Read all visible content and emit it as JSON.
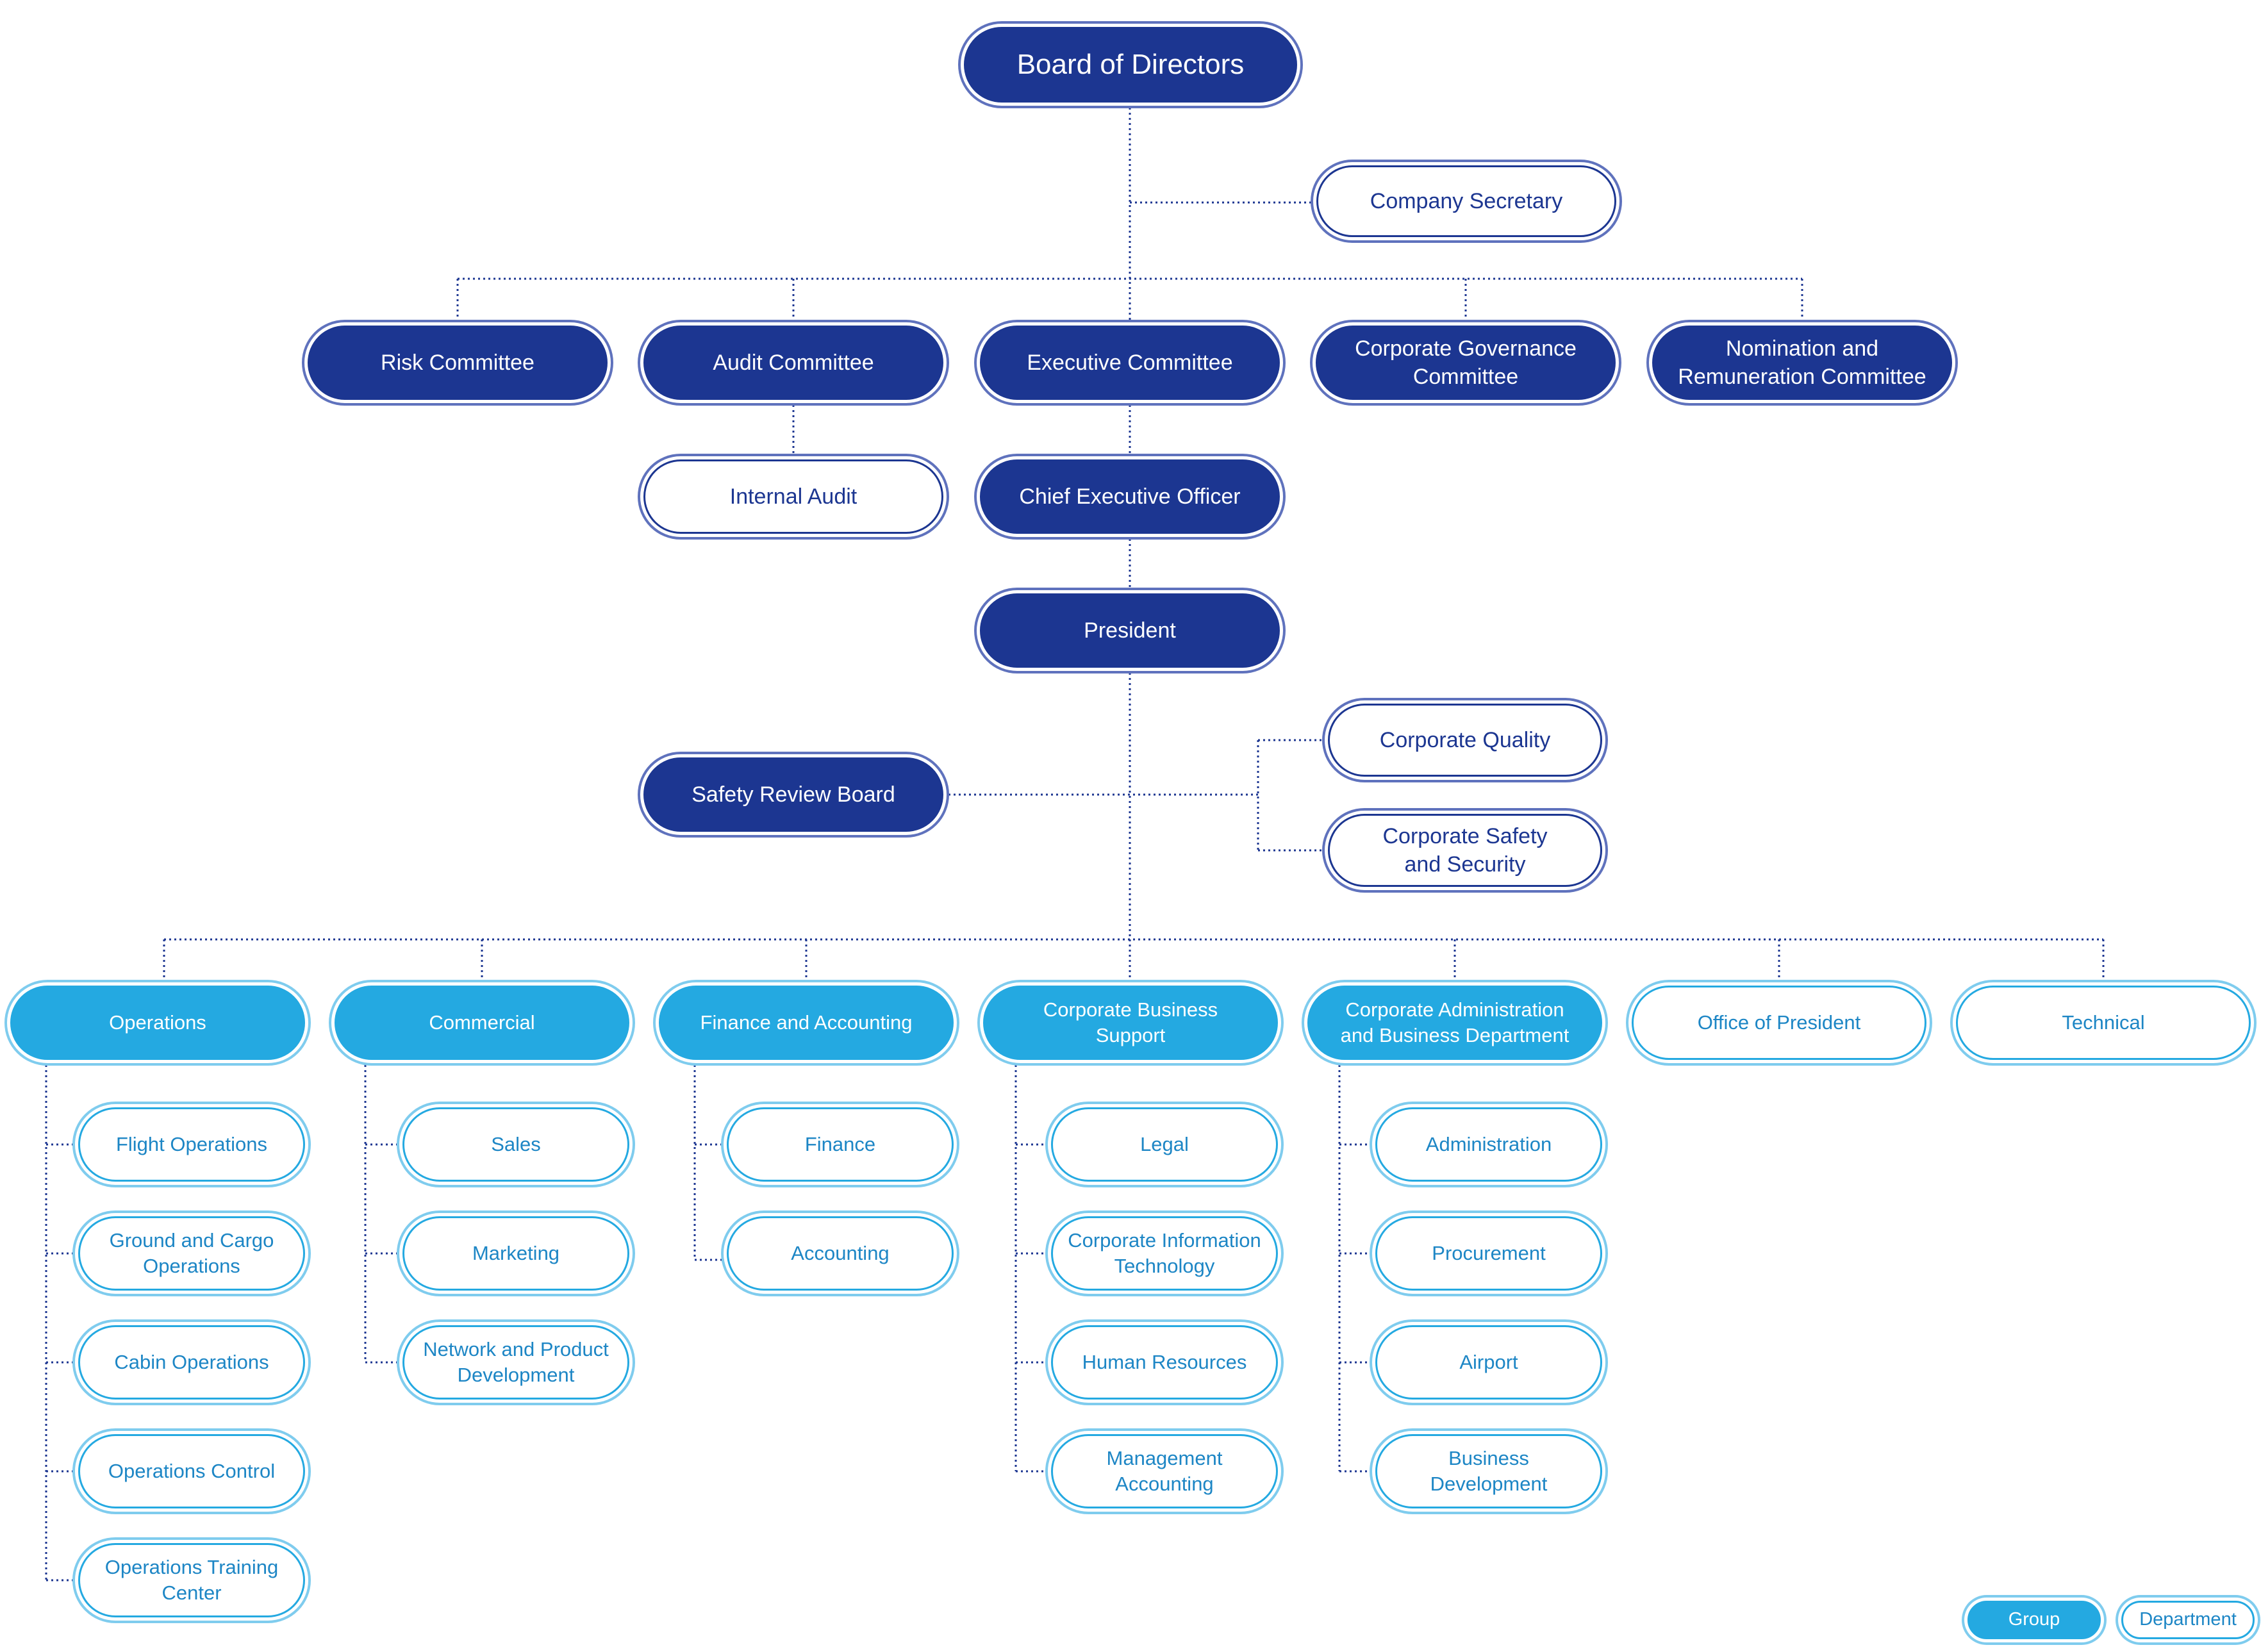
{
  "colors": {
    "navy": "#1c3691",
    "group_blue": "#24a9e1",
    "department_text": "#1d86c5",
    "connector": "#1c3691"
  },
  "top": {
    "board": "Board of Directors",
    "company_secretary": "Company Secretary"
  },
  "committees": {
    "risk": "Risk Committee",
    "audit": "Audit Committee",
    "executive": "Executive Committee",
    "governance": "Corporate Governance\nCommittee",
    "nomination": "Nomination and\nRemuneration Committee"
  },
  "management": {
    "internal_audit": "Internal Audit",
    "ceo": "Chief Executive Officer",
    "president": "President",
    "safety_review_board": "Safety Review Board",
    "corporate_quality": "Corporate Quality",
    "corporate_safety": "Corporate Safety\nand Security"
  },
  "groups": {
    "operations": {
      "label": "Operations",
      "departments": [
        "Flight Operations",
        "Ground and Cargo\nOperations",
        "Cabin Operations",
        "Operations Control",
        "Operations Training\nCenter"
      ]
    },
    "commercial": {
      "label": "Commercial",
      "departments": [
        "Sales",
        "Marketing",
        "Network and Product\nDevelopment"
      ]
    },
    "finance": {
      "label": "Finance and Accounting",
      "departments": [
        "Finance",
        "Accounting"
      ]
    },
    "business_support": {
      "label": "Corporate Business\nSupport",
      "departments": [
        "Legal",
        "Corporate Information\nTechnology",
        "Human Resources",
        "Management\nAccounting"
      ]
    },
    "administration": {
      "label": "Corporate Administration\nand Business Department",
      "departments": [
        "Administration",
        "Procurement",
        "Airport",
        "Business\nDevelopment"
      ]
    }
  },
  "standalone": {
    "office_of_president": "Office of President",
    "technical": "Technical"
  },
  "legend": {
    "group": "Group",
    "department": "Department"
  }
}
